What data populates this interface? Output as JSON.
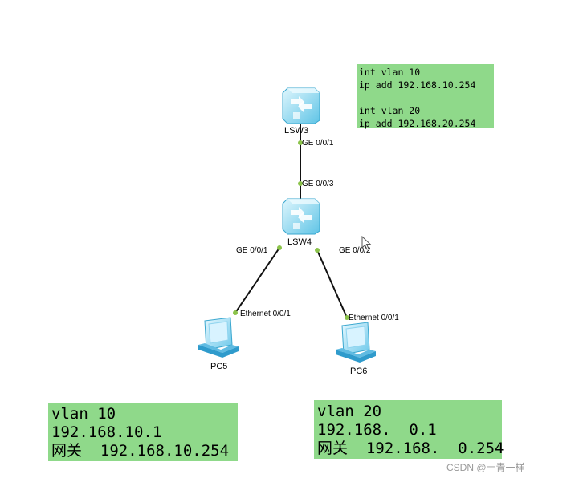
{
  "config": {
    "lines": [
      "int vlan 10",
      "ip add 192.168.10.254",
      "",
      "int vlan 20",
      "ip add 192.168.20.254"
    ]
  },
  "devices": {
    "lsw3": "LSW3",
    "lsw4": "LSW4",
    "pc5": "PC5",
    "pc6": "PC6"
  },
  "ports": {
    "lsw3_down": "GE 0/0/1",
    "lsw4_up": "GE 0/0/3",
    "lsw4_left": "GE 0/0/1",
    "lsw4_right": "GE 0/0/2",
    "pc5_eth": "Ethernet 0/0/1",
    "pc6_eth": "Ethernet 0/0/1"
  },
  "info_left": {
    "vlan": "vlan 10",
    "ip": "192.168.10.1",
    "gateway_label": "网关",
    "gateway": "192.168.10.254"
  },
  "info_right": {
    "vlan": "vlan 20",
    "ip": "192.168.  0.1",
    "gateway_label": "网关",
    "gateway": "192.168.  0.254"
  },
  "watermark": "CSDN @十青一样",
  "colors": {
    "box_fill": "#8fd98a",
    "link": "#111111",
    "port_dot": "#8bc34a",
    "switch_body": "#7fd3ee"
  }
}
